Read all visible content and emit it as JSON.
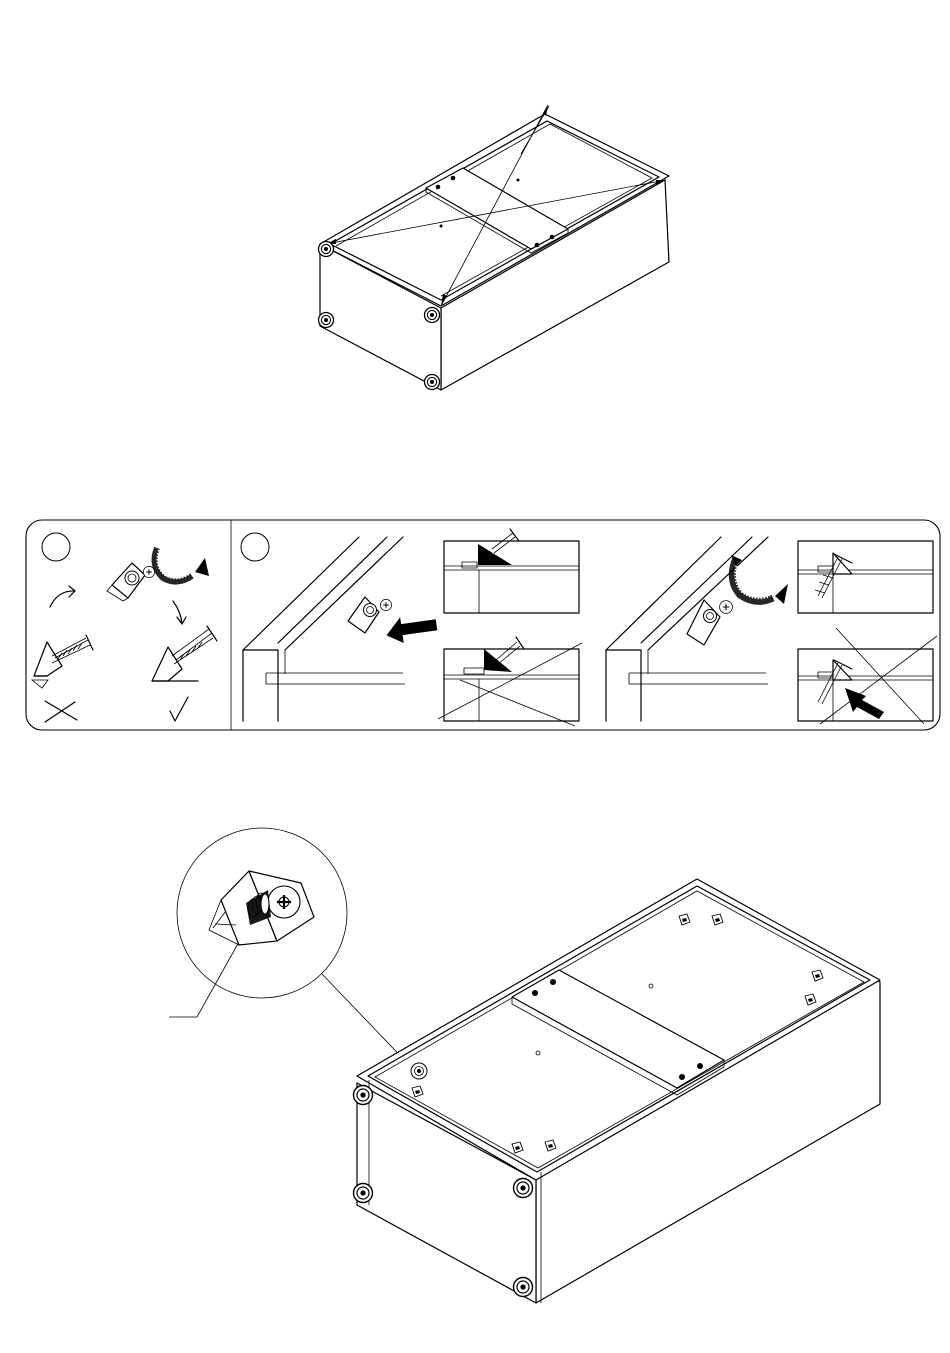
{
  "page": {
    "background": "#ffffff",
    "stroke": "#000000"
  },
  "icons": {
    "diagonal_check": "diagonal-measure-lines",
    "tool": "screwdriver-rotation-arrow",
    "wrong": "cross-mark",
    "right": "check-mark",
    "push": "insertion-arrow"
  }
}
